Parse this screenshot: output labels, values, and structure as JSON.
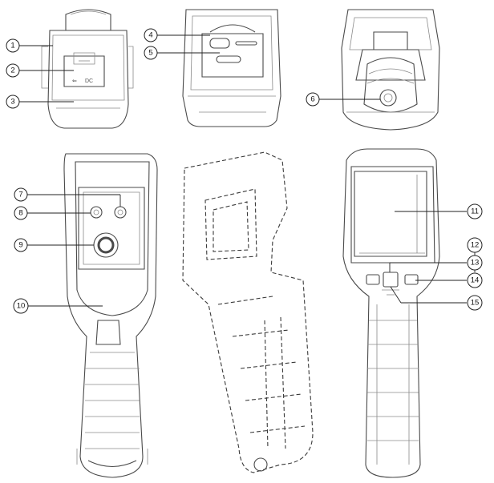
{
  "callouts": [
    {
      "num": "1"
    },
    {
      "num": "2"
    },
    {
      "num": "3"
    },
    {
      "num": "4"
    },
    {
      "num": "5"
    },
    {
      "num": "6"
    },
    {
      "num": "7"
    },
    {
      "num": "8"
    },
    {
      "num": "9"
    },
    {
      "num": "10"
    },
    {
      "num": "11"
    },
    {
      "num": "12"
    },
    {
      "num": "13"
    },
    {
      "num": "14"
    },
    {
      "num": "15"
    }
  ],
  "port_marks": {
    "usb": "⇐",
    "dc": "DC"
  }
}
